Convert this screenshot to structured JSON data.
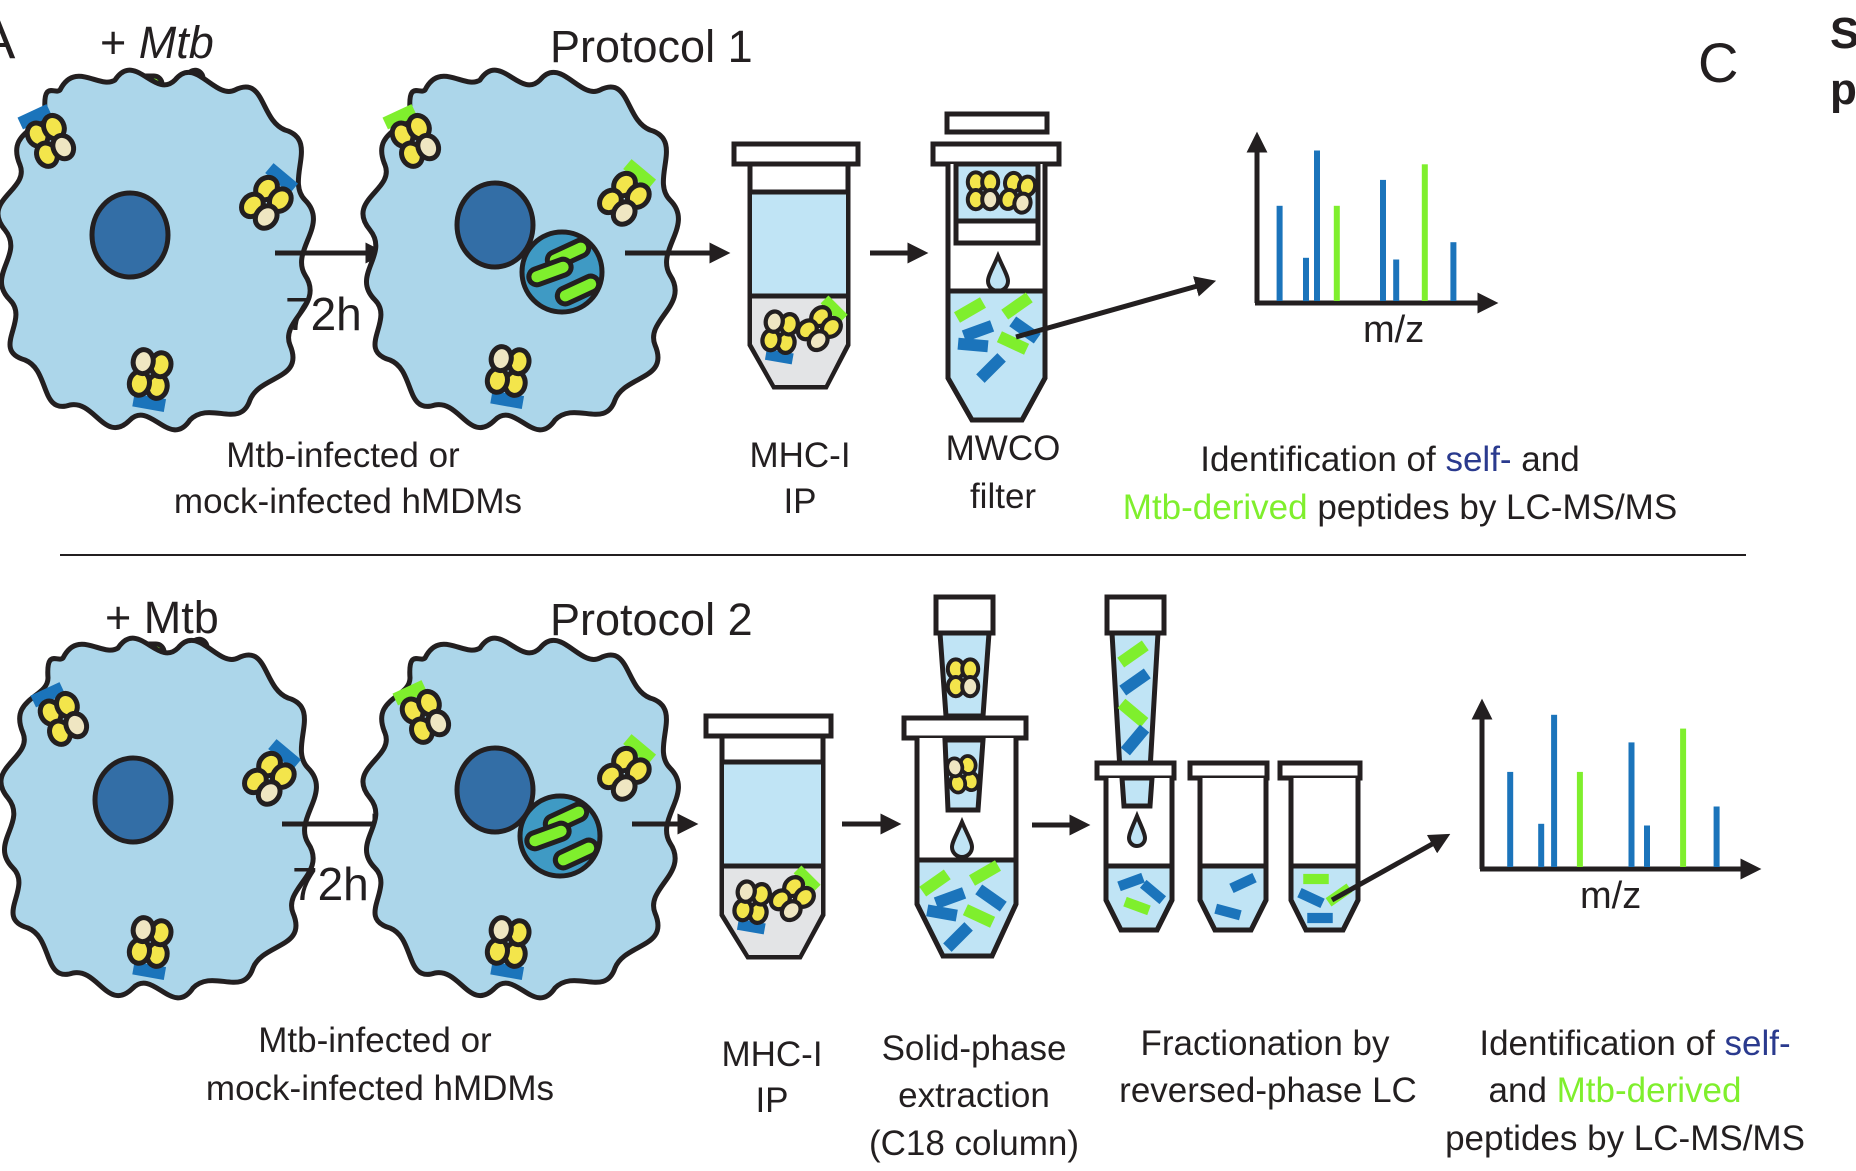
{
  "figure": {
    "panel_labels": {
      "left_partial": "A",
      "right": "C",
      "right_heading_partial_line1": "S",
      "right_heading_partial_line2": "p"
    },
    "colors": {
      "outline": "#231f20",
      "cell_fill": "#acd6ea",
      "nucleus_fill": "#336ea6",
      "phagosome_fill": "#3f9ac4",
      "mtb_green": "#7fef2d",
      "self_peptide_blue": "#1b74bb",
      "mhc_yellow": "#f3e54b",
      "mhc_light": "#efe6c2",
      "tube_liquid": "#c0e4f5",
      "tube_beads": "#e3e4e6",
      "self_text_blue": "#2a3a8e",
      "mtb_text_green": "#7fef2d"
    }
  },
  "protocol1": {
    "title": "Protocol 1",
    "mtb_label": {
      "plus": "+ ",
      "organism": "Mtb"
    },
    "duration": "72h",
    "steps": {
      "cells": {
        "line1": "Mtb-infected or",
        "line2": "mock-infected hMDMs"
      },
      "ip": {
        "line1": "MHC-I",
        "line2": "IP"
      },
      "filter": {
        "line1": "MWCO",
        "line2": "filter"
      },
      "ms": {
        "line1_prefix": "Identification of ",
        "line1_self": "self-",
        "line1_suffix": " and",
        "line2_mtb": "Mtb-derived",
        "line2_suffix": " peptides by LC-MS/MS"
      }
    }
  },
  "protocol2": {
    "title": "Protocol 2",
    "mtb_label": {
      "plus": "+ ",
      "organism": "Mtb"
    },
    "duration": "72h",
    "steps": {
      "cells": {
        "line1": "Mtb-infected or",
        "line2": "mock-infected hMDMs"
      },
      "ip": {
        "line1": "MHC-I",
        "line2": "IP"
      },
      "spe": {
        "line1": "Solid-phase",
        "line2": "extraction",
        "line3": "(C18 column)"
      },
      "fractionation": {
        "line1": "Fractionation by",
        "line2": "reversed-phase LC"
      },
      "ms": {
        "line1_prefix": "Identification of ",
        "line1_self": "self-",
        "line2_prefix": "and ",
        "line2_mtb": "Mtb-derived",
        "line3": "peptides by LC-MS/MS"
      }
    }
  },
  "chart_data": [
    {
      "type": "bar",
      "title": "Protocol 1 mass spectrum (schematic)",
      "xlabel": "m/z",
      "ylabel": "",
      "ylim": [
        0,
        100
      ],
      "xlim": [
        0,
        100
      ],
      "grid": false,
      "peaks": [
        {
          "x": 8,
          "y": 55,
          "series": "self"
        },
        {
          "x": 20,
          "y": 25,
          "series": "self"
        },
        {
          "x": 25,
          "y": 87,
          "series": "self"
        },
        {
          "x": 34,
          "y": 55,
          "series": "Mtb"
        },
        {
          "x": 55,
          "y": 70,
          "series": "self"
        },
        {
          "x": 61,
          "y": 24,
          "series": "self"
        },
        {
          "x": 74,
          "y": 79,
          "series": "Mtb"
        },
        {
          "x": 87,
          "y": 34,
          "series": "self"
        }
      ],
      "series": [
        {
          "name": "self",
          "color": "#1b74bb"
        },
        {
          "name": "Mtb",
          "color": "#7fef2d"
        }
      ]
    },
    {
      "type": "bar",
      "title": "Protocol 2 mass spectrum (schematic)",
      "xlabel": "m/z",
      "ylabel": "",
      "ylim": [
        0,
        100
      ],
      "xlim": [
        0,
        100
      ],
      "grid": false,
      "peaks": [
        {
          "x": 9,
          "y": 55,
          "series": "self"
        },
        {
          "x": 21,
          "y": 25,
          "series": "self"
        },
        {
          "x": 26,
          "y": 88,
          "series": "self"
        },
        {
          "x": 36,
          "y": 55,
          "series": "Mtb"
        },
        {
          "x": 56,
          "y": 72,
          "series": "self"
        },
        {
          "x": 62,
          "y": 24,
          "series": "self"
        },
        {
          "x": 76,
          "y": 80,
          "series": "Mtb"
        },
        {
          "x": 89,
          "y": 35,
          "series": "self"
        }
      ],
      "series": [
        {
          "name": "self",
          "color": "#1b74bb"
        },
        {
          "name": "Mtb",
          "color": "#7fef2d"
        }
      ]
    }
  ]
}
